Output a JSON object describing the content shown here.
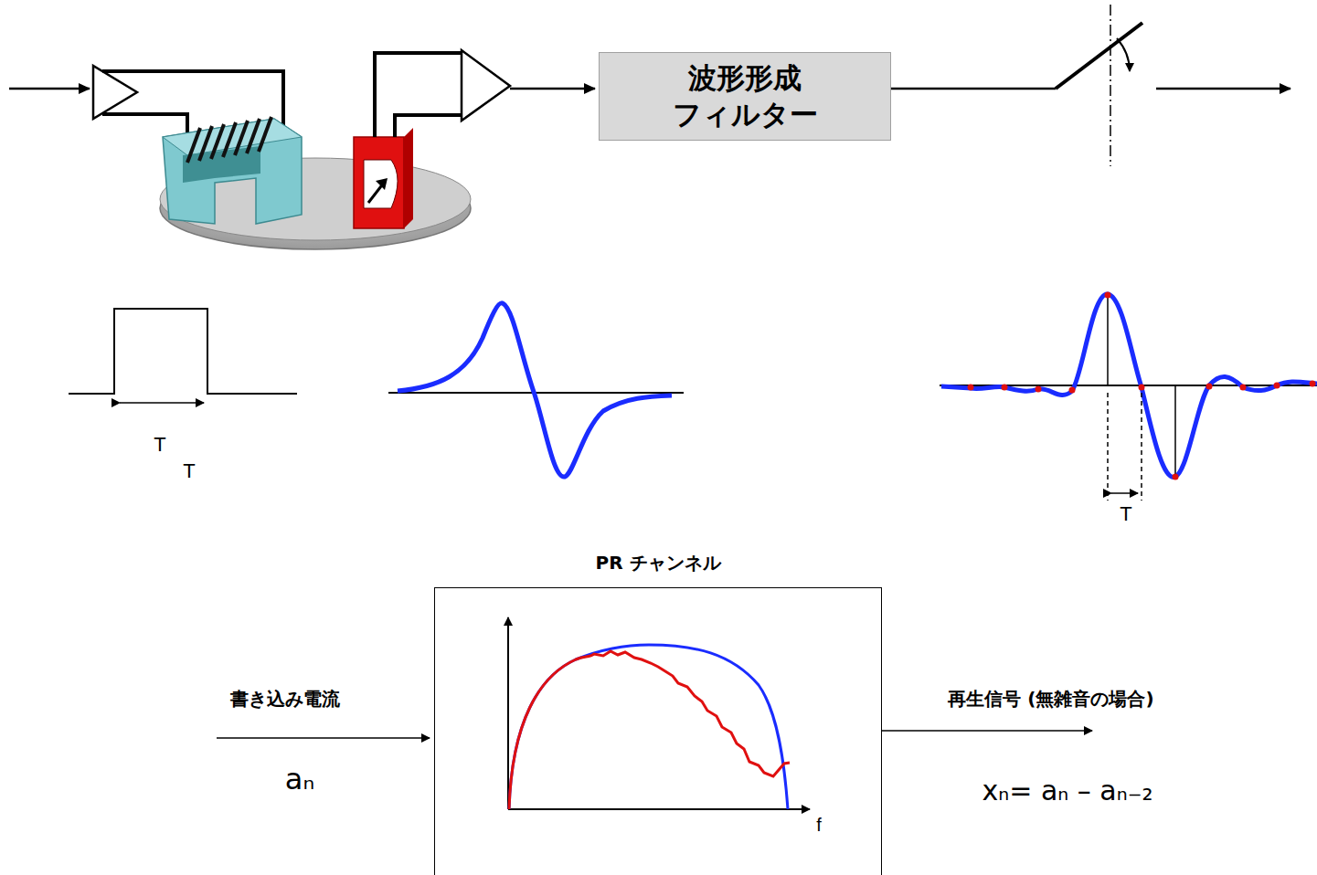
{
  "diagram": {
    "nodes": [
      {
        "text": [
          "波形形成 フィルター"
        ]
      },
      {
        "text": [
          "PR チャンネル"
        ]
      }
    ],
    "labels": [
      "T",
      "T",
      "T",
      "f",
      "書き込み電流",
      "aₙ",
      "再生信号 (無雑音の場合)",
      "xₙ= aₙ – aₙ₋₂"
    ]
  }
}
